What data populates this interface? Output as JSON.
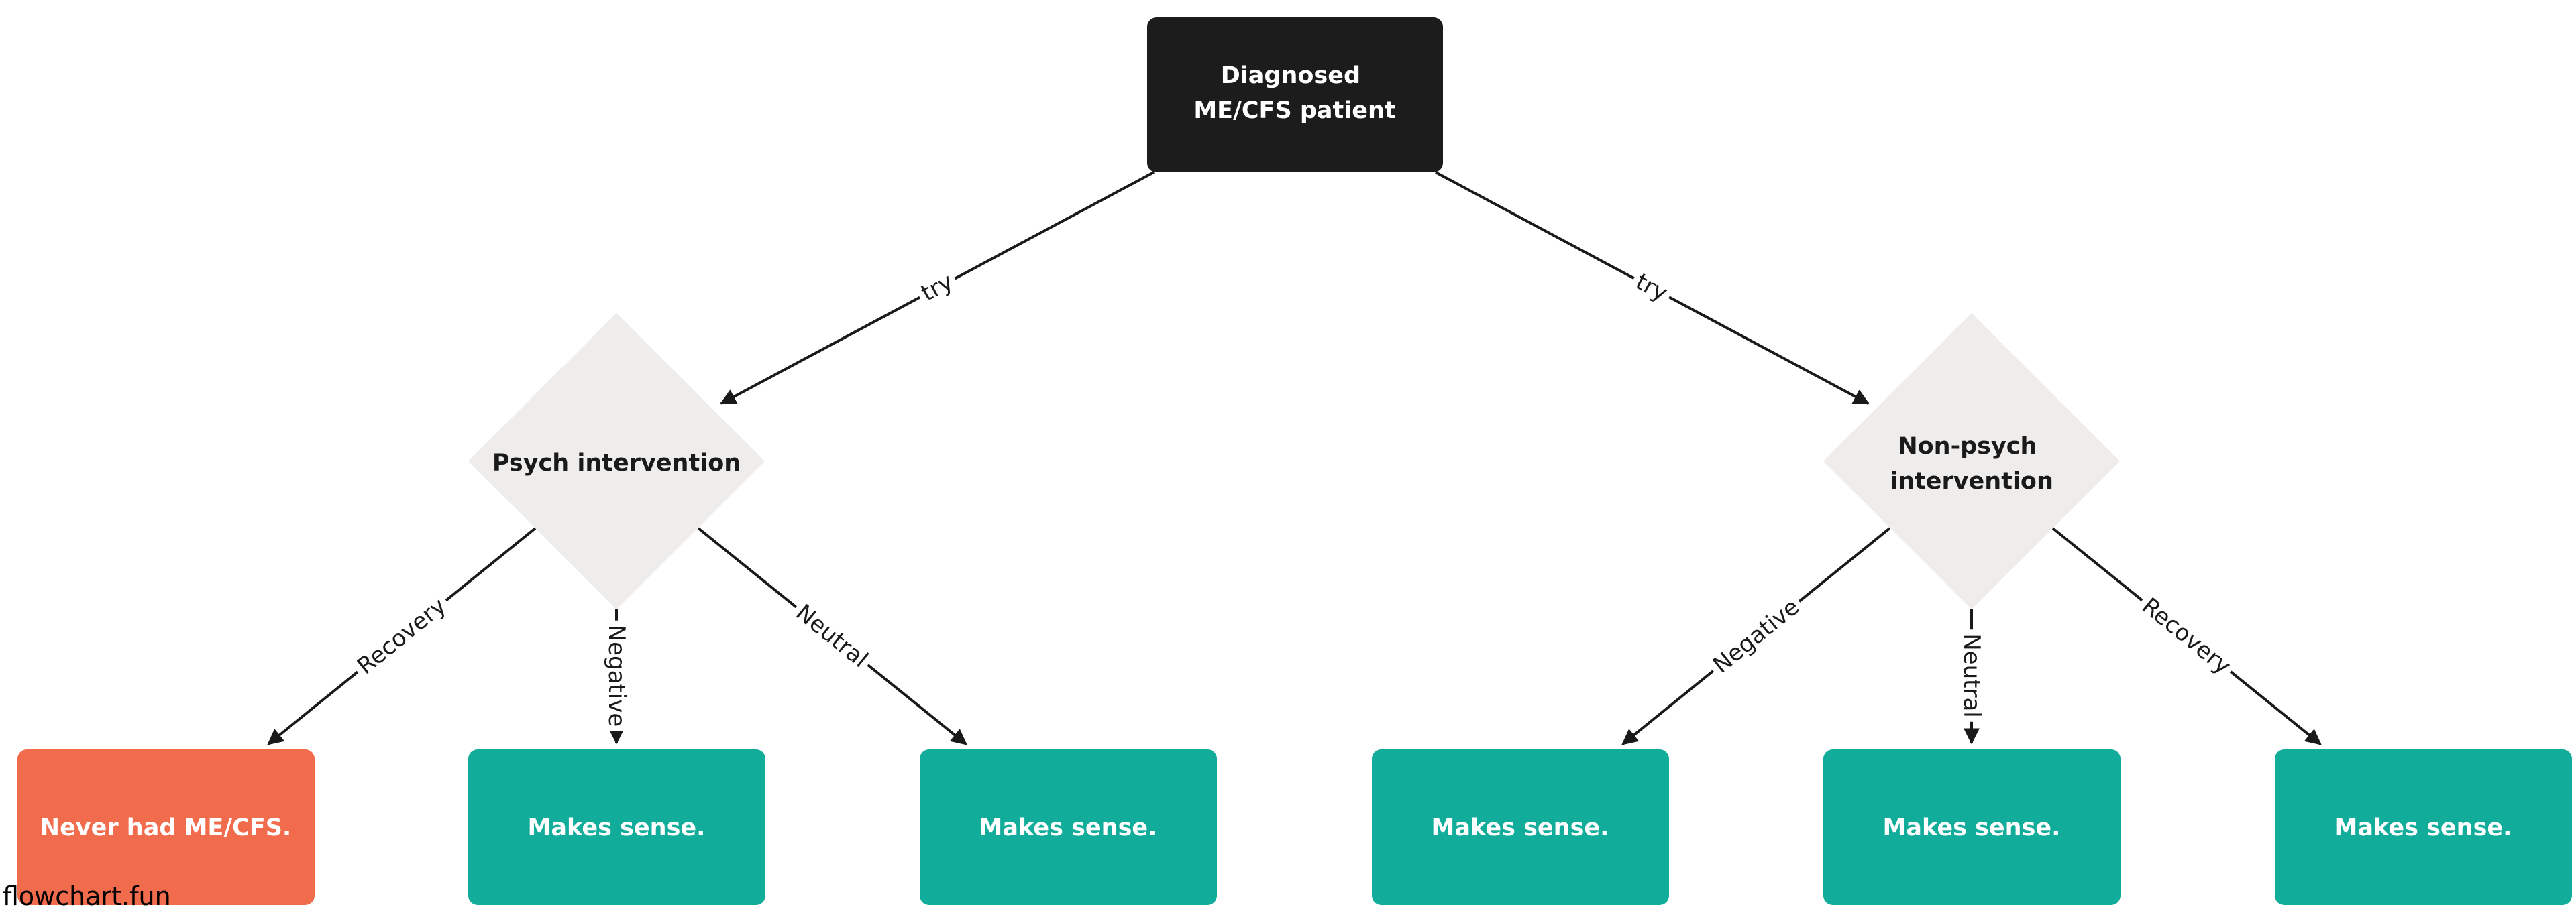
{
  "colors": {
    "root_fill": "#1c1c1c",
    "decision_fill": "#efedeb",
    "outcome_fill": "#12ac9a",
    "highlight_fill": "#f06c4c",
    "edge": "#1a1a1a",
    "light_text": "#ffffff",
    "dark_text": "#1a1a1a"
  },
  "nodes": {
    "root": {
      "lines": [
        "Diagnosed",
        "ME/CFS patient"
      ]
    },
    "psych": {
      "lines": [
        "Psych intervention"
      ]
    },
    "nonpsych": {
      "lines": [
        "Non-psych",
        "intervention"
      ]
    },
    "psych_recovery": {
      "lines": [
        "Never had ME/CFS."
      ]
    },
    "psych_negative": {
      "lines": [
        "Makes sense."
      ]
    },
    "psych_neutral": {
      "lines": [
        "Makes sense."
      ]
    },
    "nonpsych_negative": {
      "lines": [
        "Makes sense."
      ]
    },
    "nonpsych_neutral": {
      "lines": [
        "Makes sense."
      ]
    },
    "nonpsych_recovery": {
      "lines": [
        "Makes sense."
      ]
    }
  },
  "edges": {
    "root_psych": "try",
    "root_nonpsych": "try",
    "psych_recovery": "Recovery",
    "psych_negative": "Negative",
    "psych_neutral": "Neutral",
    "nonpsych_negative": "Negative",
    "nonpsych_neutral": "Neutral",
    "nonpsych_recovery": "Recovery"
  },
  "watermark": "flowchart.fun"
}
